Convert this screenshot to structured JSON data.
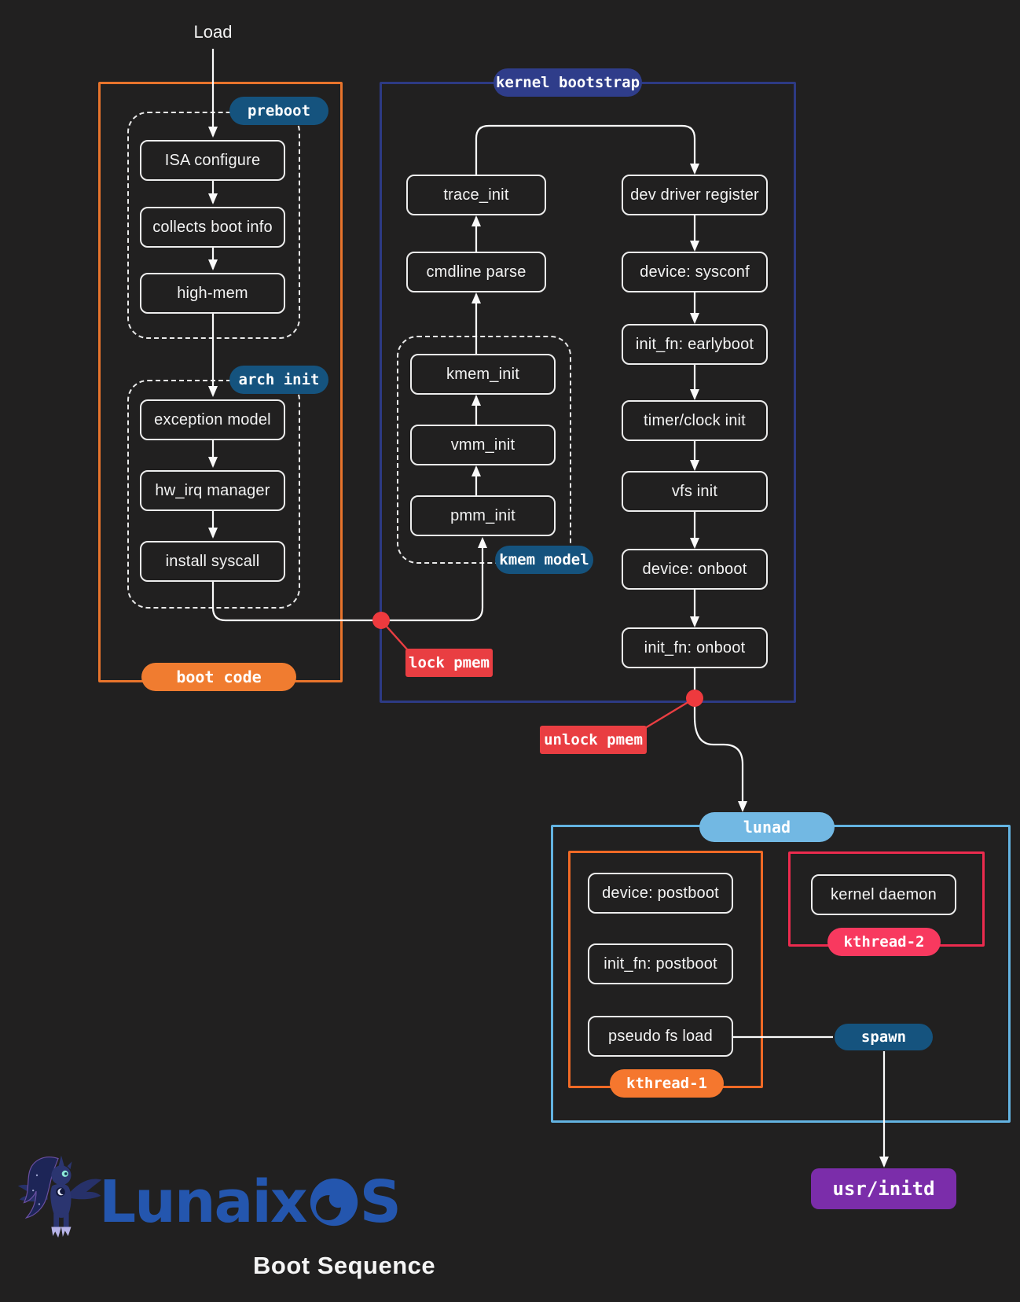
{
  "diagram": {
    "load_label": "Load",
    "caption": "Boot Sequence",
    "logo": {
      "prefix": "Lunaix",
      "suffix": "S",
      "full_name": "LunaixOS"
    }
  },
  "groups": {
    "boot_code": {
      "label": "boot code"
    },
    "kernel_bootstrap": {
      "label": "kernel bootstrap"
    },
    "preboot": {
      "label": "preboot",
      "nodes": [
        "ISA configure",
        "collects boot info",
        "high-mem"
      ]
    },
    "arch_init": {
      "label": "arch init",
      "nodes": [
        "exception model",
        "hw_irq manager",
        "install syscall"
      ]
    },
    "kmem_model": {
      "label": "kmem model",
      "nodes": [
        "kmem_init",
        "vmm_init",
        "pmm_init"
      ]
    },
    "bootstrap_left": {
      "nodes": [
        "trace_init",
        "cmdline parse"
      ]
    },
    "bootstrap_right": {
      "nodes": [
        "dev driver register",
        "device: sysconf",
        "init_fn: earlyboot",
        "timer/clock init",
        "vfs init",
        "device: onboot",
        "init_fn: onboot"
      ]
    },
    "lunad": {
      "label": "lunad"
    },
    "kthread_1": {
      "label": "kthread-1",
      "nodes": [
        "device: postboot",
        "init_fn: postboot",
        "pseudo fs load"
      ]
    },
    "kthread_2": {
      "label": "kthread-2",
      "nodes": [
        "kernel daemon"
      ]
    }
  },
  "annotations": {
    "lock_pmem": "lock pmem",
    "unlock_pmem": "unlock pmem",
    "spawn": "spawn",
    "usr_initd": "usr/initd"
  },
  "colors": {
    "background": "#212020",
    "boot_code_orange": "#e8742c",
    "kernel_bootstrap_navy": "#2d3a84",
    "lunad_blue": "#63b3e1",
    "kthread1_orange": "#f06a26",
    "kthread2_red": "#ec2b4e",
    "badge_teal": "#15537e",
    "annotation_red": "#e93e42",
    "connector_dot_red": "#ee3a3e",
    "usr_initd_purple": "#7b2daa",
    "logo_blue": "#2456ae"
  }
}
